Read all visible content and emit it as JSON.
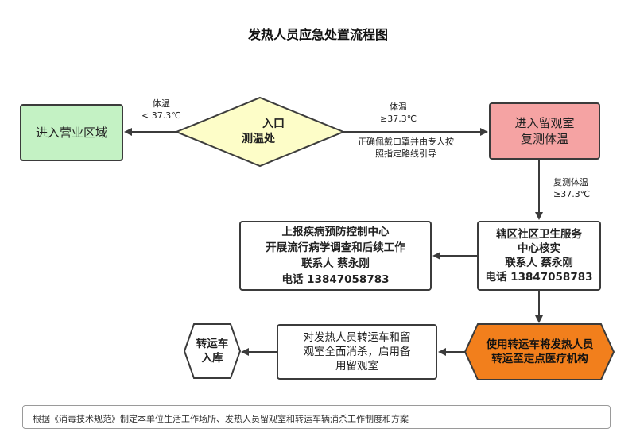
{
  "title": "发热人员应急处置流程图",
  "nodes": {
    "entrance": {
      "line1": "入口",
      "line2": "测温处"
    },
    "enter_business": "进入营业区域",
    "observation": {
      "line1": "进入留观室",
      "line2": "复测体温"
    },
    "community": {
      "line1": "辖区社区卫生服务",
      "line2": "中心核实",
      "line3": "联系人 蔡永刚",
      "line4": "电话 13847058783"
    },
    "cdc": {
      "line1": "上报疾病预防控制中心",
      "line2": "开展流行病学调查和后续工作",
      "line3": "联系人 蔡永刚",
      "line4": "电话 13847058783"
    },
    "transfer": {
      "line1": "使用转运车将发热人员",
      "line2": "转运至定点医疗机构"
    },
    "disinfect": {
      "line1": "对发热人员转运车和留",
      "line2": "观室全面消杀，启用备",
      "line3": "用留观室"
    },
    "vehicle": {
      "line1": "转运车",
      "line2": "入库"
    }
  },
  "labels": {
    "left_temp": {
      "line1": "体温",
      "line2": "< 37.3℃"
    },
    "right_temp": {
      "line1": "体温",
      "line2": "≥37.3℃"
    },
    "right_note": {
      "line1": "正确佩戴口罩并由专人按",
      "line2": "照指定路线引导"
    },
    "recheck": {
      "line1": "复测体温",
      "line2": "≥37.3℃"
    }
  },
  "footnote": "根据《消毒技术规范》制定本单位生活工作场所、发热人员留观室和转运车辆消杀工作制度和方案",
  "colors": {
    "green_box": "#c4f2c4",
    "red_box": "#f5a3a3",
    "diamond": "#fdfdc8",
    "orange_hex": "#f27f1c",
    "line": "#3b3b3b"
  }
}
